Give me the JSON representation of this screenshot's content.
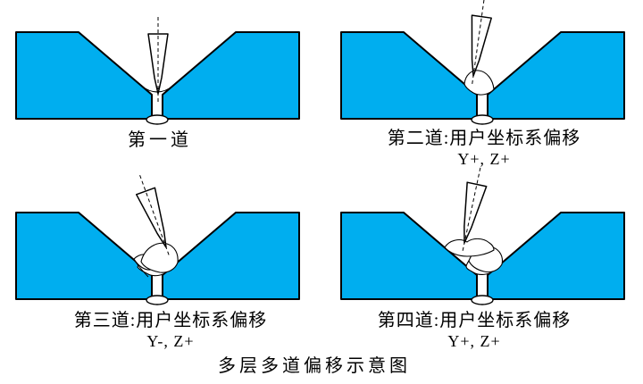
{
  "diagram": {
    "caption": "多层多道偏移示意图",
    "panels": [
      {
        "name": "pass-1",
        "label": "第一道"
      },
      {
        "name": "pass-2",
        "label": "第二道:用户坐标系偏移",
        "offset_label": "Y+, Z+"
      },
      {
        "name": "pass-3",
        "label": "第三道:用户坐标系偏移",
        "offset_label": "Y-, Z+"
      },
      {
        "name": "pass-4",
        "label": "第四道:用户坐标系偏移",
        "offset_label": "Y+, Z+"
      }
    ],
    "colors": {
      "plate_fill": "#00AEEF",
      "line": "#000000",
      "background": "#FFFFFF"
    }
  }
}
